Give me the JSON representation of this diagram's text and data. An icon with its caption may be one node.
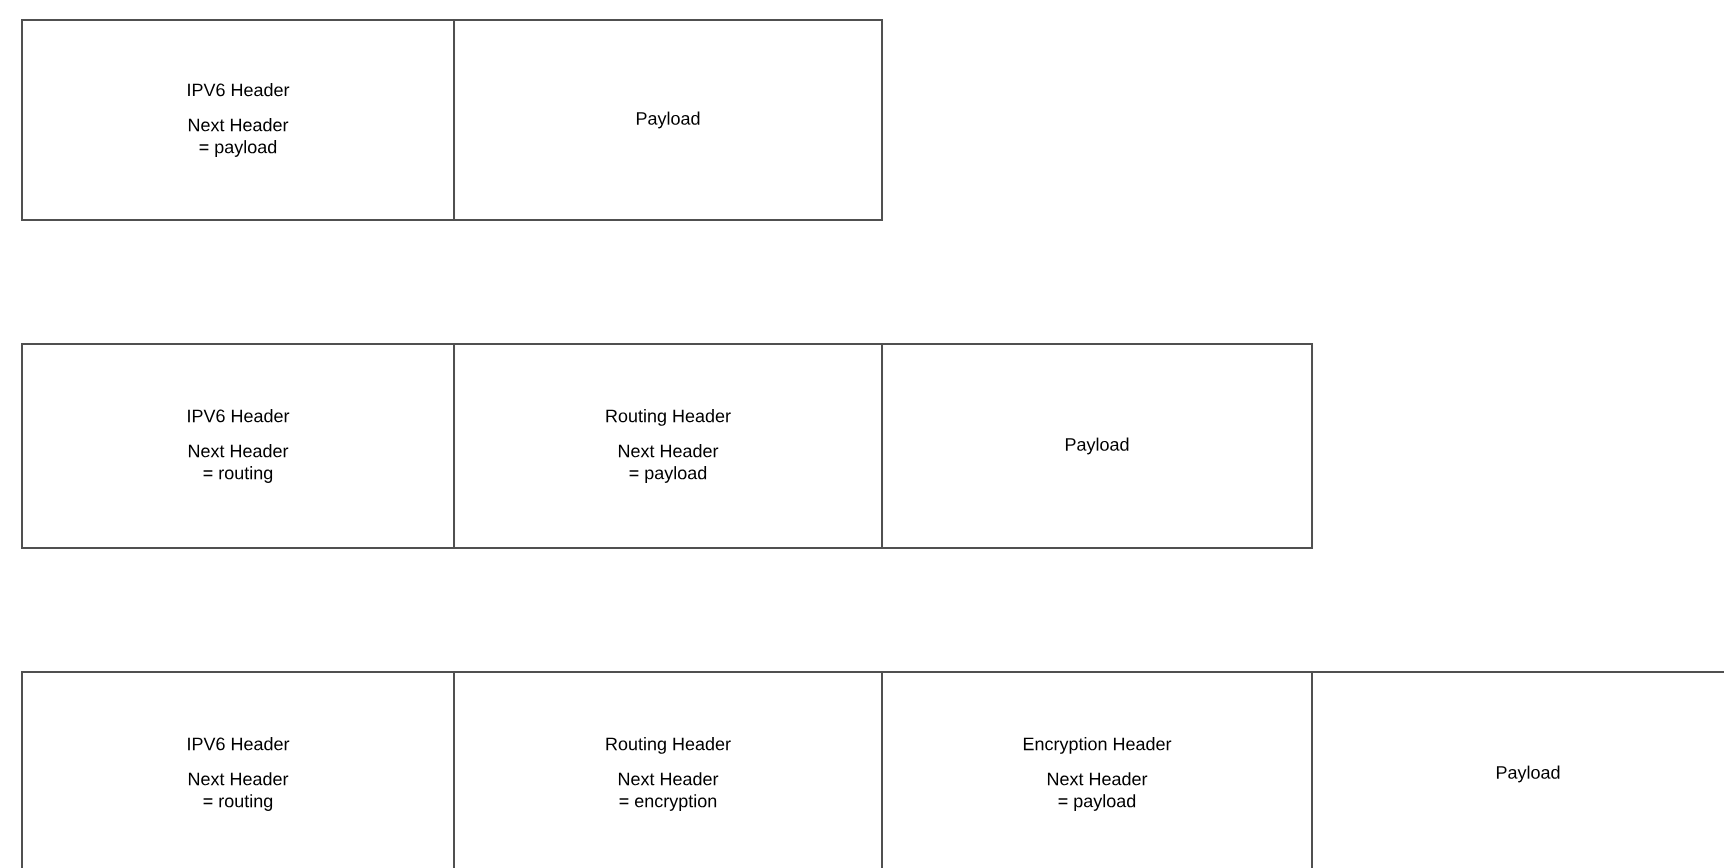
{
  "diagram": {
    "nodes": [
      {
        "text": [
          "IPV6 Header",
          "Next Header = payload"
        ]
      },
      {
        "text": [
          "Payload"
        ]
      },
      {
        "text": [
          "IPV6 Header",
          "Next Header = routing"
        ]
      },
      {
        "text": [
          "Routing Header",
          "Next Header = payload"
        ]
      },
      {
        "text": [
          "Payload"
        ]
      },
      {
        "text": [
          "IPV6 Header",
          "Next Header = routing"
        ]
      },
      {
        "text": [
          "Routing Header",
          "Next Header = encryption"
        ]
      },
      {
        "text": [
          "Encryption Header",
          "Next Header = payload"
        ]
      },
      {
        "text": [
          "Payload"
        ]
      }
    ]
  }
}
